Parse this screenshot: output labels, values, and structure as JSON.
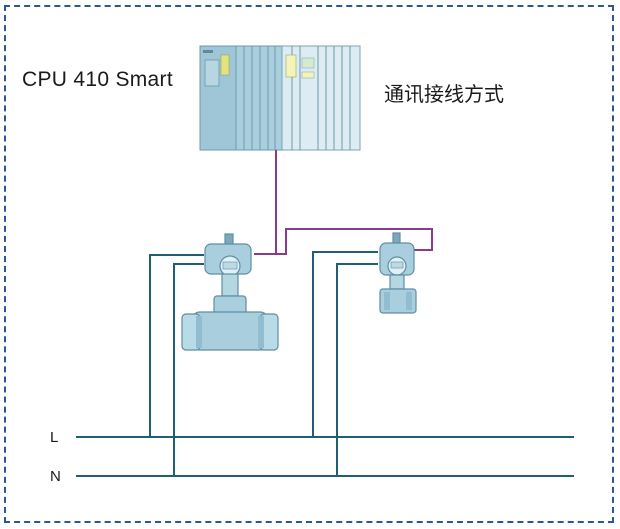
{
  "diagram": {
    "cpu_label": "CPU 410 Smart",
    "caption": "通讯接线方式",
    "bus_l_label": "L",
    "bus_n_label": "N"
  },
  "colors": {
    "frame_border": "#2f5597",
    "power_wire": "#1f5f73",
    "comm_wire": "#8b3a8e",
    "device_fill": "#a9cfdf",
    "device_stroke": "#5d8ea3"
  },
  "icons": [
    "plc-rack-icon",
    "flowmeter-transmitter-icon",
    "pressure-transmitter-icon"
  ]
}
